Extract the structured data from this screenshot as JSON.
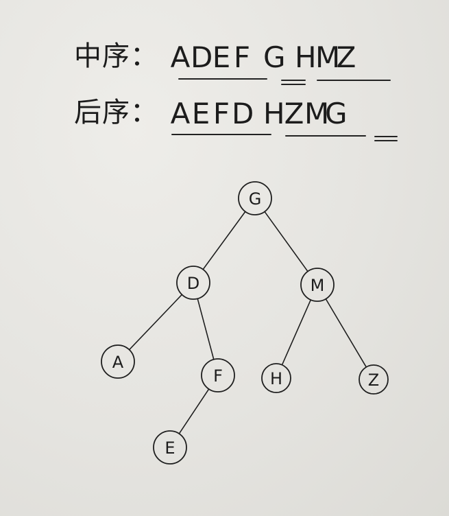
{
  "inorder": {
    "label": "中序：",
    "letters": [
      "A",
      "D",
      "E",
      "F",
      "G",
      "H",
      "M",
      "Z"
    ]
  },
  "postorder": {
    "label": "后序：",
    "letters": [
      "A",
      "E",
      "F",
      "D",
      "H",
      "Z",
      "M",
      "G"
    ]
  },
  "tree": {
    "nodes": [
      {
        "id": "G",
        "label": "G"
      },
      {
        "id": "D",
        "label": "D"
      },
      {
        "id": "M",
        "label": "M"
      },
      {
        "id": "A",
        "label": "A"
      },
      {
        "id": "F",
        "label": "F"
      },
      {
        "id": "H",
        "label": "H"
      },
      {
        "id": "Z",
        "label": "Z"
      },
      {
        "id": "E",
        "label": "E"
      }
    ],
    "edges": [
      [
        "G",
        "D"
      ],
      [
        "G",
        "M"
      ],
      [
        "D",
        "A"
      ],
      [
        "D",
        "F"
      ],
      [
        "F",
        "E"
      ],
      [
        "M",
        "H"
      ],
      [
        "M",
        "Z"
      ]
    ]
  },
  "colors": {
    "ink": "#1e1e1e",
    "paper": "#e6e5e1"
  }
}
